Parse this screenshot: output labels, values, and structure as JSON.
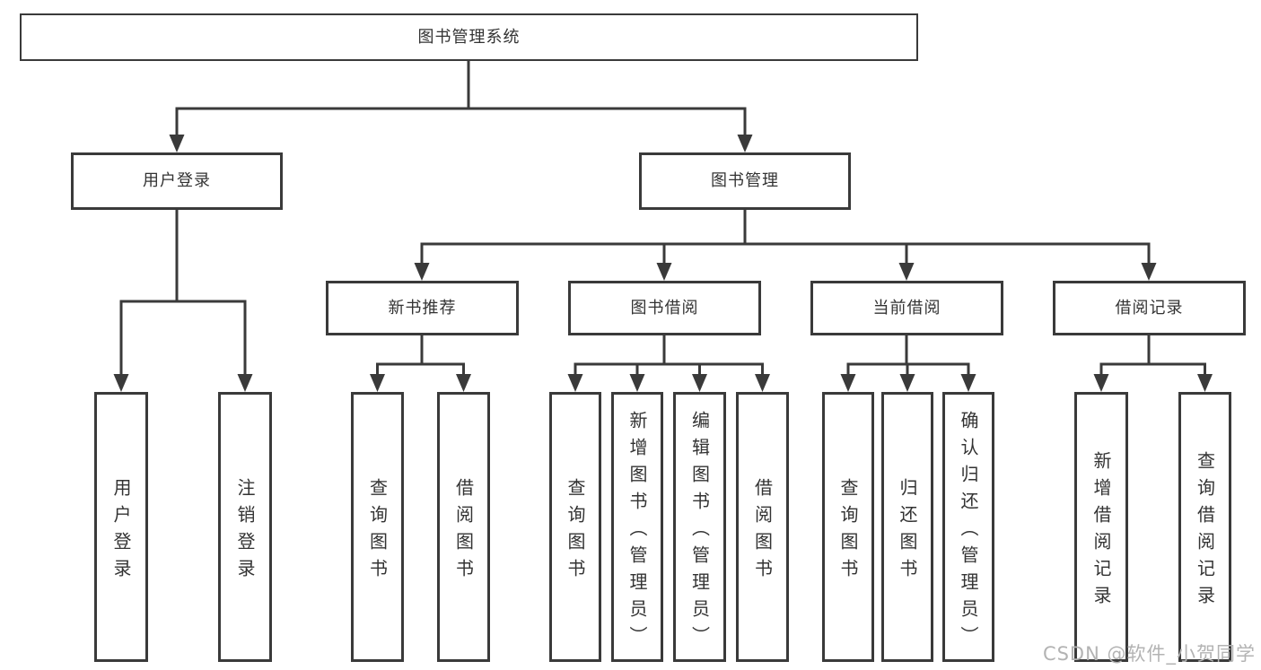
{
  "diagram": {
    "root": {
      "label": "图书管理系统"
    },
    "level2": {
      "user_login": "用户登录",
      "book_management": "图书管理"
    },
    "level3": {
      "new_book_recommend": "新书推荐",
      "book_borrowing": "图书借阅",
      "current_borrowing": "当前借阅",
      "borrowing_records": "借阅记录"
    },
    "leaves": {
      "user_login": "用户登录",
      "logout_login": "注销登录",
      "recommend_query_books": "查询图书",
      "recommend_borrow_books": "借阅图书",
      "borrow_query_books": "查询图书",
      "borrow_add_books_admin": "新增图书（管理员）",
      "borrow_edit_books_admin": "编辑图书（管理员）",
      "borrow_borrow_books": "借阅图书",
      "current_query_books": "查询图书",
      "current_return_books": "归还图书",
      "current_confirm_return_admin": "确认归还（管理员）",
      "records_add_borrow_record": "新增借阅记录",
      "records_query_borrow_record": "查询借阅记录"
    },
    "watermark": "CSDN @软件_小贺同学",
    "colors": {
      "line": "#3a3a3a",
      "text": "#333333",
      "watermark": "#b3b3b3",
      "background": "#ffffff"
    }
  }
}
